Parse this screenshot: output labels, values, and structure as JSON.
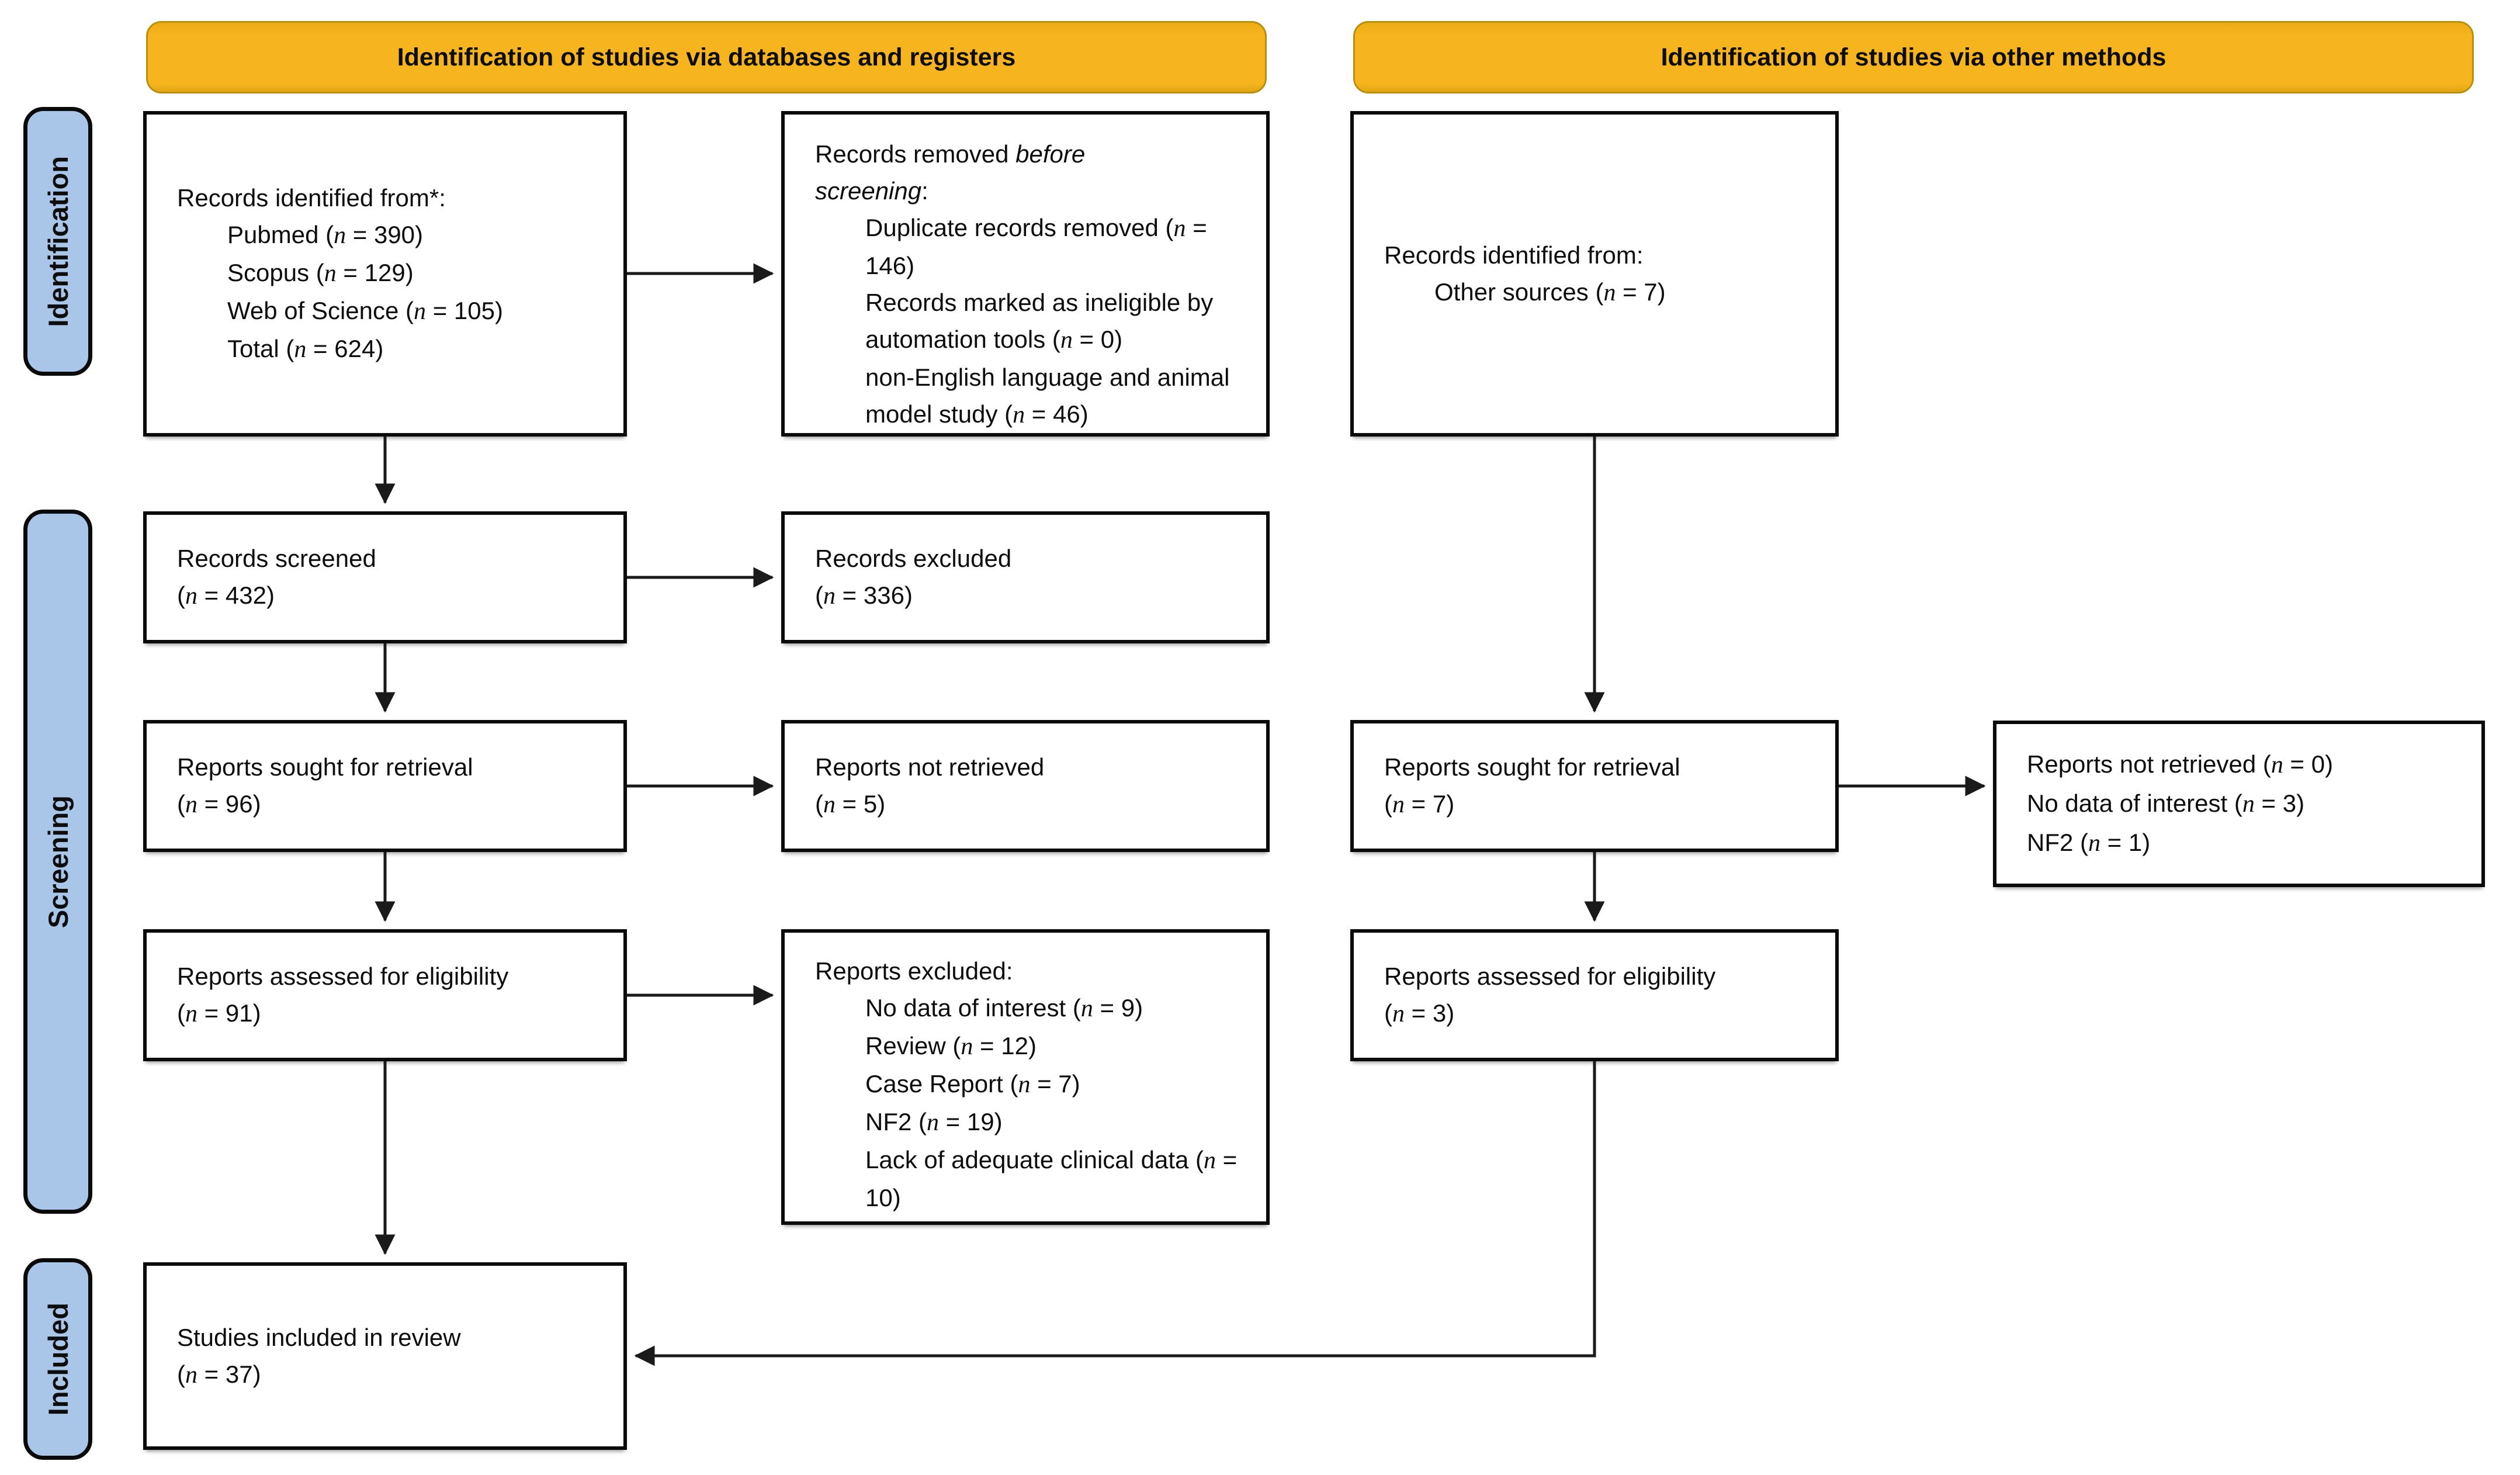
{
  "banners": {
    "left": "Identification of studies via databases and registers",
    "right": "Identification of studies via other methods"
  },
  "sidebar": {
    "identification": "Identification",
    "screening": "Screening",
    "included": "Included"
  },
  "boxes": {
    "db_identified": {
      "title": "Records identified from*:",
      "items": [
        "Pubmed (n = 390)",
        "Scopus (n = 129)",
        "Web of Science (n = 105)",
        "Total (n = 624)"
      ]
    },
    "records_removed": {
      "title": "Records removed before screening:",
      "items": [
        "Duplicate records removed (n = 146)",
        "Records marked as ineligible by automation tools (n = 0)",
        "non-English language and animal model study (n = 46)"
      ]
    },
    "other_identified": {
      "title": "Records identified from:",
      "items": [
        "Other sources (n = 7)"
      ]
    },
    "records_screened": {
      "lines": [
        "Records screened",
        "(n = 432)"
      ]
    },
    "records_excluded": {
      "lines": [
        "Records excluded",
        "(n = 336)"
      ]
    },
    "reports_sought_db": {
      "lines": [
        "Reports sought for retrieval",
        "(n = 96)"
      ]
    },
    "reports_not_retrieved_db": {
      "lines": [
        "Reports not retrieved",
        "(n = 5)"
      ]
    },
    "reports_sought_other": {
      "lines": [
        "Reports sought for retrieval",
        "(n = 7)"
      ]
    },
    "reports_not_retrieved_other": {
      "lines": [
        "Reports not retrieved (n = 0)",
        "No data of interest (n = 3)",
        "NF2 (n = 1)"
      ]
    },
    "reports_assessed_db": {
      "lines": [
        "Reports assessed for eligibility",
        "(n = 91)"
      ]
    },
    "reports_excluded": {
      "title": "Reports excluded:",
      "items": [
        "No data of interest (n = 9)",
        "Review (n = 12)",
        "Case Report (n = 7)",
        "NF2 (n = 19)",
        "Lack of adequate clinical data (n = 10)"
      ]
    },
    "reports_assessed_other": {
      "lines": [
        "Reports assessed for eligibility",
        "(n = 3)"
      ]
    },
    "studies_included": {
      "lines": [
        "Studies included in review",
        "(n = 37)"
      ]
    }
  },
  "colors": {
    "banner_fill": "#F6B51E",
    "sidebar_fill": "#A9C6E8",
    "box_border": "#0A0A0A",
    "arrow": "#1A1A1A",
    "background": "#FFFFFF"
  }
}
